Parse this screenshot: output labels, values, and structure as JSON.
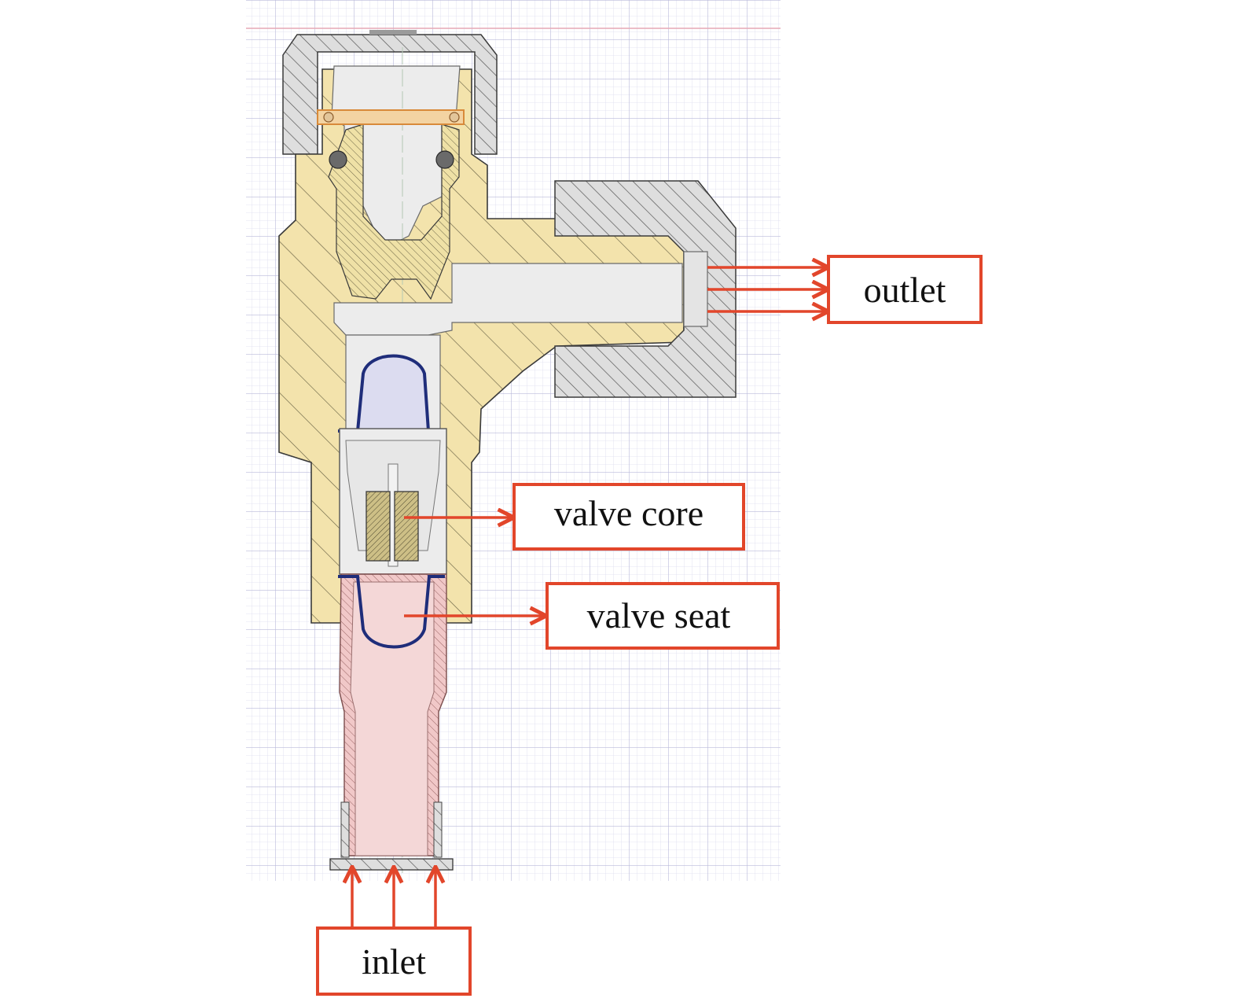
{
  "labels": {
    "outlet": "outlet",
    "valve_core": "valve core",
    "valve_seat": "valve seat",
    "inlet": "inlet"
  },
  "colors": {
    "annotation": "#e2462b",
    "body_brass": "#f3e3ac",
    "nut_gray": "#dfdfdf",
    "tube_copper": "#f3cfcf",
    "bore_gray": "#ececec",
    "seal_blue": "#1f2d7a",
    "grid": "#c9c9e3"
  }
}
